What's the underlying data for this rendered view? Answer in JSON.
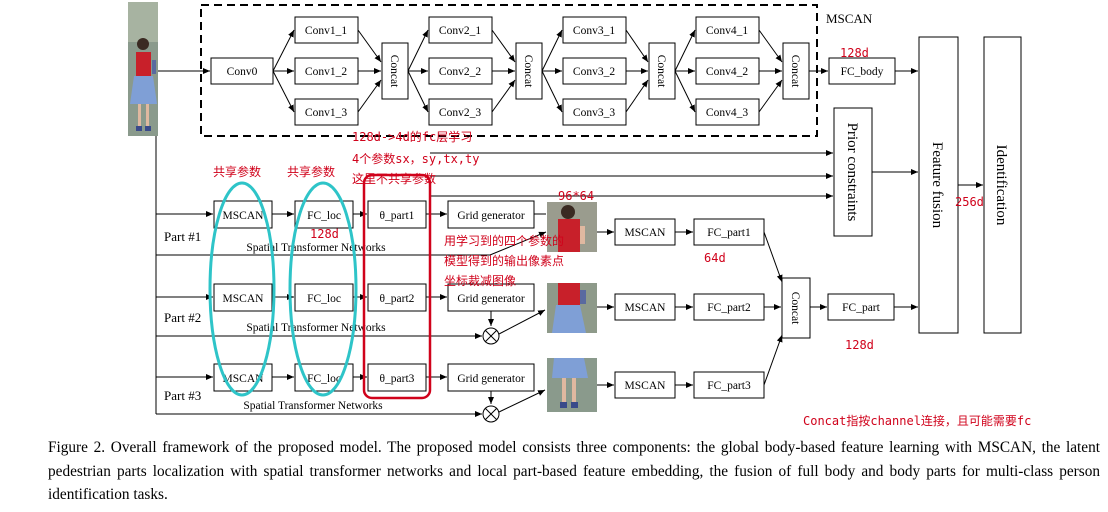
{
  "diagram": {
    "mscan_title": "MSCAN",
    "conv0": "Conv0",
    "conv_rows": [
      [
        "Conv1_1",
        "Conv2_1",
        "Conv3_1",
        "Conv4_1"
      ],
      [
        "Conv1_2",
        "Conv2_2",
        "Conv3_2",
        "Conv4_2"
      ],
      [
        "Conv1_3",
        "Conv2_3",
        "Conv3_3",
        "Conv4_3"
      ]
    ],
    "concat": "Concat",
    "fc_body": "FC_body",
    "prior_constraints": "Prior constraints",
    "feature_fusion": "Feature fusion",
    "identification": "Identification",
    "parts": [
      {
        "label": "Part #1",
        "mscan": "MSCAN",
        "fc_loc": "FC_loc",
        "theta": "θ_part1",
        "grid": "Grid generator",
        "stn": "Spatial Transformer Networks",
        "mscan2": "MSCAN",
        "fc_part": "FC_part1"
      },
      {
        "label": "Part #2",
        "mscan": "MSCAN",
        "fc_loc": "FC_loc",
        "theta": "θ_part2",
        "grid": "Grid generator",
        "stn": "Spatial Transformer Networks",
        "mscan2": "MSCAN",
        "fc_part": "FC_part2"
      },
      {
        "label": "Part #3",
        "mscan": "MSCAN",
        "fc_loc": "FC_loc",
        "theta": "θ_part3",
        "grid": "Grid generator",
        "stn": "Spatial Transformer Networks",
        "mscan2": "MSCAN",
        "fc_part": "FC_part3"
      }
    ],
    "fc_part": "FC_part",
    "colors": {
      "annotation": "#d0021b",
      "cyan": "#2ec4c8",
      "red_box": "#d0021b",
      "person_shirt": "#c8202a",
      "person_skirt": "#7f9fd6",
      "photo_bg": "#8a9a8c"
    }
  },
  "annotations": {
    "d128_body": "128d",
    "d128_loc": "128d",
    "d64": "64d",
    "d128_part": "128d",
    "d256": "256d",
    "size": "96*64",
    "shared1": "共享参数",
    "shared2": "共享参数",
    "fc_note": [
      "128d->4d的fc层学习",
      "4个参数sx，sy,tx,ty",
      "这里不共享参数"
    ],
    "grid_note": [
      "用学习到的四个参数的",
      "模型得到的输出像素点",
      "坐标裁减图像"
    ],
    "concat_note": "Concat指按channel连接，且可能需要fc"
  },
  "caption": {
    "text": "Figure 2. Overall framework of the proposed model.  The proposed model consists three components: the global body-based feature learning with MSCAN, the latent pedestrian parts localization with spatial transformer networks and local part-based feature embedding, the fusion of full body and body parts for multi-class person identification tasks."
  }
}
